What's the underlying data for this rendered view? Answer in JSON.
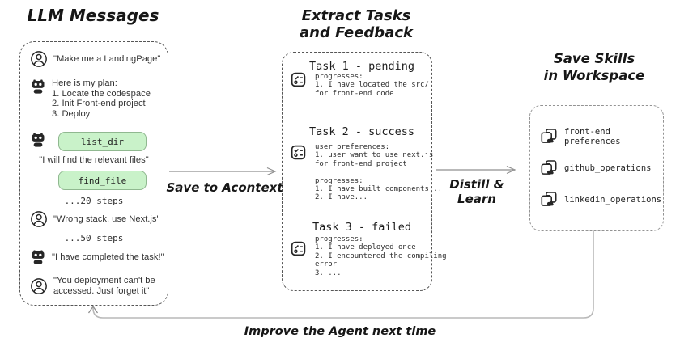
{
  "colors": {
    "chip_bg": "#c9f2c9",
    "chip_border": "#90b890",
    "panel_border": "#565656",
    "panel_border_light": "#939393",
    "arrow": "#8f8f8f",
    "loop": "#b9b9b9"
  },
  "panels": {
    "llm_messages": {
      "title": "LLM Messages",
      "messages": [
        {
          "icon": "user",
          "text": "\"Make me a LandingPage\""
        },
        {
          "icon": "robot",
          "lines": [
            "Here is my plan:",
            "1. Locate the codespace",
            "2. Init Front-end project",
            "3. Deploy"
          ]
        },
        {
          "icon": "robot",
          "chip": "list_dir"
        },
        {
          "icon": "none",
          "text": "\"I will find the relevant files\""
        },
        {
          "icon": "none",
          "chip": "find_file"
        },
        {
          "icon": "none",
          "text": "...20 steps"
        },
        {
          "icon": "user",
          "text": "\"Wrong stack, use Next.js\""
        },
        {
          "icon": "none",
          "text": "...50 steps"
        },
        {
          "icon": "robot",
          "text": "\"I have completed the task!\""
        },
        {
          "icon": "user",
          "lines": [
            "\"You deployment can't be",
            "accessed. Just forget it\""
          ]
        }
      ]
    },
    "tasks": {
      "title_line1": "Extract Tasks",
      "title_line2": "and Feedback",
      "items": [
        {
          "heading": "Task 1 - pending",
          "body": "progresses:\n1. I have located the src/\nfor front-end code"
        },
        {
          "heading": "Task 2 - success",
          "body": "user_preferences:\n1. user want to use next.js\nfor front-end project\n\nprogresses:\n1. I have built components...\n2. I have..."
        },
        {
          "heading": "Task 3 - failed",
          "body": "progresses:\n1. I have deployed once\n2. I encountered the compiling\nerror\n3. ..."
        }
      ]
    },
    "skills": {
      "title_line1": "Save Skills",
      "title_line2": "in Workspace",
      "items": [
        {
          "label": "front-end preferences"
        },
        {
          "label": "github_operations"
        },
        {
          "label": "linkedin_operations"
        }
      ]
    }
  },
  "connectors": {
    "save_label": "Save to Acontext",
    "distill_label": "Distill & Learn",
    "improve_label": "Improve the Agent next time"
  }
}
